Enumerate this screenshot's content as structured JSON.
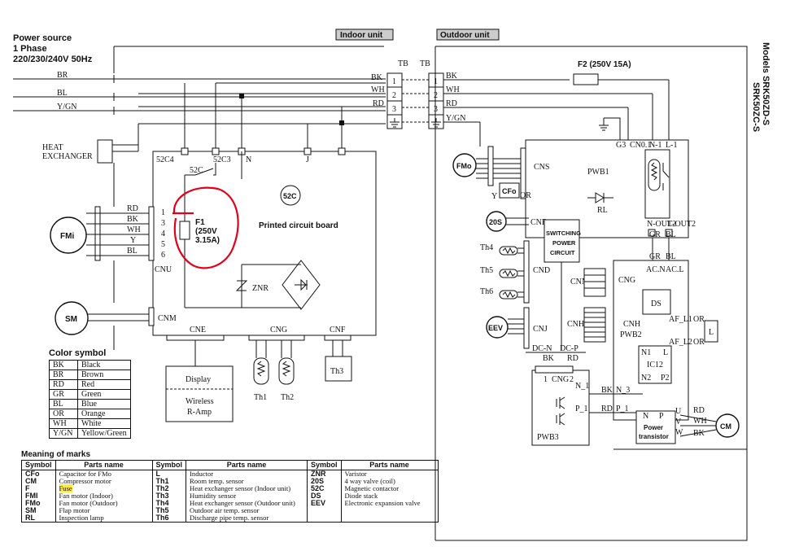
{
  "power_source": {
    "line1": "Power source",
    "line2": "1 Phase",
    "line3": "220/230/240V 50Hz"
  },
  "indoor_unit_label": "Indoor unit",
  "outdoor_unit_label": "Outdoor unit",
  "models": {
    "line1": "Models  SRK50ZD-S",
    "line2": "SRK50ZC-S"
  },
  "supply_wires": [
    "BR",
    "BL",
    "Y/GN"
  ],
  "terminal": {
    "tb_in": "TB",
    "tb_out": "TB",
    "indoor_wires": [
      "BK",
      "WH",
      "RD"
    ],
    "outdoor_wires": [
      "BK",
      "WH",
      "RD",
      "Y/GN"
    ],
    "numbers": [
      "1",
      "2",
      "3"
    ]
  },
  "fuse_outdoor": "F2 (250V 15A)",
  "heat_exchanger": {
    "line1": "HEAT",
    "line2": "EXCHANGER"
  },
  "indoor": {
    "connectors_top": [
      "52C4",
      "52C3",
      "N",
      "J"
    ],
    "relay_52c": "52C",
    "relay_circle": "52C",
    "fuse": {
      "line1": "F1",
      "line2": "(250V",
      "line3": "3.15A)"
    },
    "pcb": "Printed circuit board",
    "znr": "ZNR",
    "fan_motor": "FMi",
    "fan_wires": [
      "RD",
      "BK",
      "WH",
      "Y",
      "BL"
    ],
    "fan_pins": [
      "1",
      "3",
      "4",
      "5",
      "6"
    ],
    "cnu": "CNU",
    "flap_motor": "SM",
    "cnm": "CNM",
    "cne": "CNE",
    "cng": "CNG",
    "cnf": "CNF",
    "display": "Display",
    "wireless": {
      "line1": "Wireless",
      "line2": "R-Amp"
    },
    "th1": "Th1",
    "th2": "Th2",
    "th3": "Th3"
  },
  "outdoor": {
    "fmo": "FMo",
    "cns": "CNS",
    "cfo": "CFo",
    "y": "Y",
    "or": "OR",
    "pwb1": "PWB1",
    "rl": "RL",
    "s20": "20S",
    "cnb": "CNB",
    "switching": {
      "line1": "SWITCHING",
      "line2": "POWER",
      "line3": "CIRCUIT"
    },
    "th4": "Th4",
    "th5": "Th5",
    "th6": "Th6",
    "cnd": "CND",
    "eev": "EEV",
    "cnj": "CNJ",
    "cnn": "CNN",
    "cnh_l": "CNH",
    "cnh_r": "CNH",
    "cng": "CNG",
    "dcn": "DC-N",
    "dcp": "DC-P",
    "bk": "BK",
    "rd": "RD",
    "g3": "G3",
    "cno1": "CN0.1",
    "n1": "N-1",
    "l1": "L-1",
    "nout2": "N-OUT2",
    "lout2": "L-OUT2",
    "gr1": "GR",
    "bl1": "BL",
    "gr2": "GR",
    "bl2": "BL",
    "acn": "AC.N",
    "acl": "AC.L",
    "ds": "DS",
    "af_l1": "AF_L1",
    "af_l2": "AF_L2",
    "or1": "OR",
    "or2": "OR",
    "l": "L",
    "pwb2": "PWB2",
    "ic12": "IC12",
    "n1b": "N1",
    "lb": "L",
    "n2": "N2",
    "p2": "P2",
    "pwb3": "PWB3",
    "cng3": "CNG",
    "p1": "1",
    "p2b": "2",
    "n_1": "N_1",
    "p_1": "P_1",
    "bk_n3": "BK",
    "n_3": "N_3",
    "rd_p1": "RD",
    "p_1b": "P_1",
    "n": "N",
    "p": "P",
    "u": "U",
    "v": "V",
    "w": "W",
    "power_tr": {
      "line1": "Power",
      "line2": "transistor"
    },
    "out_rd": "RD",
    "out_wh": "WH",
    "out_bk": "BK",
    "cm": "CM"
  },
  "color_symbol": {
    "title": "Color symbol",
    "rows": [
      [
        "BK",
        "Black"
      ],
      [
        "BR",
        "Brown"
      ],
      [
        "RD",
        "Red"
      ],
      [
        "GR",
        "Green"
      ],
      [
        "BL",
        "Blue"
      ],
      [
        "OR",
        "Orange"
      ],
      [
        "WH",
        "White"
      ],
      [
        "Y/GN",
        "Yellow/Green"
      ]
    ]
  },
  "marks": {
    "title": "Meaning of marks",
    "headers": [
      "Symbol",
      "Parts name",
      "Symbol",
      "Parts name",
      "Symbol",
      "Parts name"
    ],
    "col1": [
      [
        "CFo",
        "Capacitor for FMo"
      ],
      [
        "CM",
        "Compressor motor"
      ],
      [
        "F",
        "Fuse"
      ],
      [
        "FMI",
        "Fan motor (Indoor)"
      ],
      [
        "FMo",
        "Fan motor (Outdoor)"
      ],
      [
        "SM",
        "Flap motor"
      ],
      [
        "RL",
        "Inspection lamp"
      ]
    ],
    "col2": [
      [
        "L",
        "Inductor"
      ],
      [
        "Th1",
        "Room temp. sensor"
      ],
      [
        "Th2",
        "Heat exchanger sensor (Indoor unit)"
      ],
      [
        "Th3",
        "Humidity sensor"
      ],
      [
        "Th4",
        "Heat exchanger sensor (Outdoor unit)"
      ],
      [
        "Th5",
        "Outdoor air temp. sensor"
      ],
      [
        "Th6",
        "Discharge  pipe temp. sensor"
      ]
    ],
    "col3": [
      [
        "ZNR",
        "Varistor"
      ],
      [
        "20S",
        "4 way valve (coil)"
      ],
      [
        "52C",
        "Magnetic contactor"
      ],
      [
        "DS",
        "Diode stack"
      ],
      [
        "EEV",
        "Electronic expansion valve"
      ],
      [
        "",
        ""
      ],
      [
        "",
        ""
      ]
    ]
  }
}
